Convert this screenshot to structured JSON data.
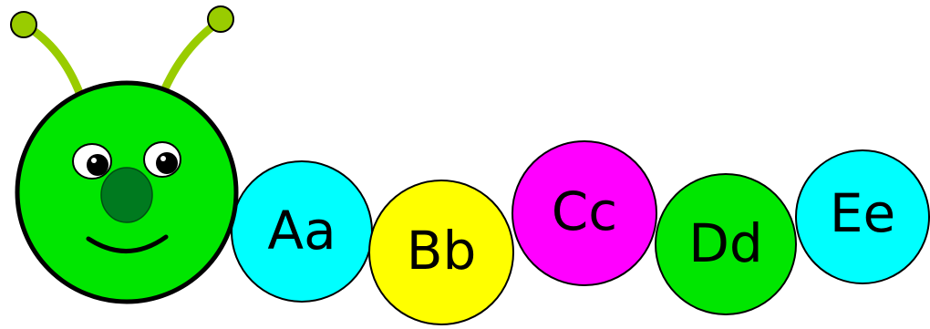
{
  "caterpillar": {
    "head": {
      "color": "#00e600",
      "nose_color": "#007a1f",
      "antenna_color": "#99cc00"
    },
    "segments": [
      {
        "label": "Aa",
        "color": "#00ffff"
      },
      {
        "label": "Bb",
        "color": "#ffff00"
      },
      {
        "label": "Cc",
        "color": "#ff00ff"
      },
      {
        "label": "Dd",
        "color": "#00e600"
      },
      {
        "label": "Ee",
        "color": "#00ffff"
      }
    ]
  }
}
